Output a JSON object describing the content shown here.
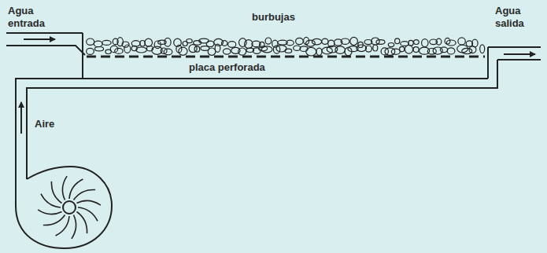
{
  "diagram": {
    "labels": [
      "Agua entrada",
      "burbujas",
      "placa perforada",
      "Agua salida",
      "Aire"
    ]
  }
}
